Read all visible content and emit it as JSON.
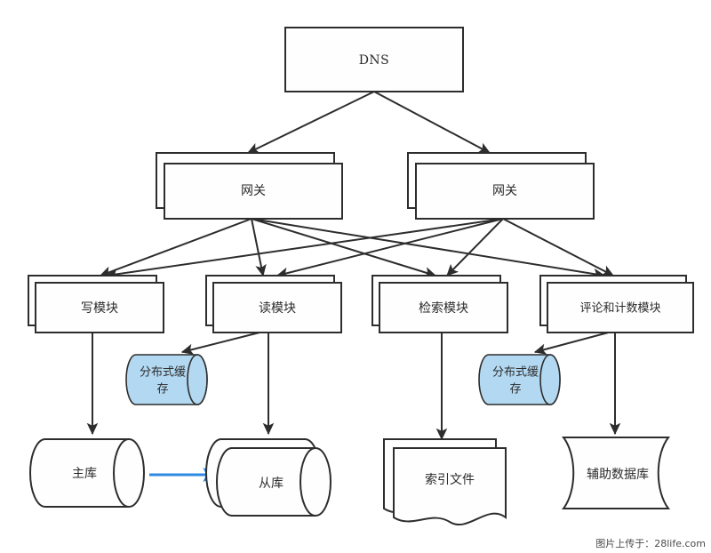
{
  "diagram": {
    "title": "DNS",
    "nodes": {
      "dns": {
        "label": "DNS",
        "shape": "rectangle"
      },
      "gateway_left": {
        "label": "网关",
        "shape": "stacked-rectangle"
      },
      "gateway_right": {
        "label": "网关",
        "shape": "stacked-rectangle"
      },
      "write_module": {
        "label": "写模块",
        "shape": "stacked-rectangle"
      },
      "read_module": {
        "label": "读模块",
        "shape": "stacked-rectangle"
      },
      "search_module": {
        "label": "检索模块",
        "shape": "stacked-rectangle"
      },
      "comment_count_module": {
        "label": "评论和计数模块",
        "shape": "stacked-rectangle"
      },
      "cache_left": {
        "label_line1": "分布式缓",
        "label_line2": "存",
        "shape": "cylinder-horizontal",
        "fill": "#b3d9f2"
      },
      "cache_right": {
        "label_line1": "分布式缓",
        "label_line2": "存",
        "shape": "cylinder-horizontal",
        "fill": "#b3d9f2"
      },
      "master_db": {
        "label": "主库",
        "shape": "cylinder-horizontal"
      },
      "slave_db": {
        "label": "从库",
        "shape": "stacked-cylinder-horizontal"
      },
      "index_file": {
        "label": "索引文件",
        "shape": "stacked-document"
      },
      "auxiliary_db": {
        "label": "辅助数据库",
        "shape": "curved-storage"
      }
    },
    "edges": [
      {
        "from": "dns",
        "to": "gateway_left",
        "style": "solid",
        "color": "#2d2d2d"
      },
      {
        "from": "dns",
        "to": "gateway_right",
        "style": "solid",
        "color": "#2d2d2d"
      },
      {
        "from": "gateway_left",
        "to": "write_module",
        "style": "solid",
        "color": "#2d2d2d"
      },
      {
        "from": "gateway_left",
        "to": "read_module",
        "style": "solid",
        "color": "#2d2d2d"
      },
      {
        "from": "gateway_left",
        "to": "search_module",
        "style": "solid",
        "color": "#2d2d2d"
      },
      {
        "from": "gateway_left",
        "to": "comment_count_module",
        "style": "solid",
        "color": "#2d2d2d"
      },
      {
        "from": "gateway_right",
        "to": "write_module",
        "style": "solid",
        "color": "#2d2d2d"
      },
      {
        "from": "gateway_right",
        "to": "read_module",
        "style": "solid",
        "color": "#2d2d2d"
      },
      {
        "from": "gateway_right",
        "to": "search_module",
        "style": "solid",
        "color": "#2d2d2d"
      },
      {
        "from": "gateway_right",
        "to": "comment_count_module",
        "style": "solid",
        "color": "#2d2d2d"
      },
      {
        "from": "write_module",
        "to": "master_db",
        "style": "solid",
        "color": "#2d2d2d"
      },
      {
        "from": "read_module",
        "to": "cache_left",
        "style": "solid",
        "color": "#2d2d2d"
      },
      {
        "from": "read_module",
        "to": "slave_db",
        "style": "solid",
        "color": "#2d2d2d"
      },
      {
        "from": "search_module",
        "to": "index_file",
        "style": "solid",
        "color": "#2d2d2d"
      },
      {
        "from": "comment_count_module",
        "to": "cache_right",
        "style": "solid",
        "color": "#2d2d2d"
      },
      {
        "from": "comment_count_module",
        "to": "auxiliary_db",
        "style": "solid",
        "color": "#2d2d2d"
      },
      {
        "from": "master_db",
        "to": "slave_db",
        "style": "solid",
        "color": "#2e8ae0"
      }
    ]
  },
  "watermark": {
    "text": "图片上传于：28life.com"
  },
  "colors": {
    "stroke": "#2d2d2d",
    "cache_fill": "#b3d9f2",
    "replication_arrow": "#2e8ae0",
    "background": "#ffffff"
  }
}
